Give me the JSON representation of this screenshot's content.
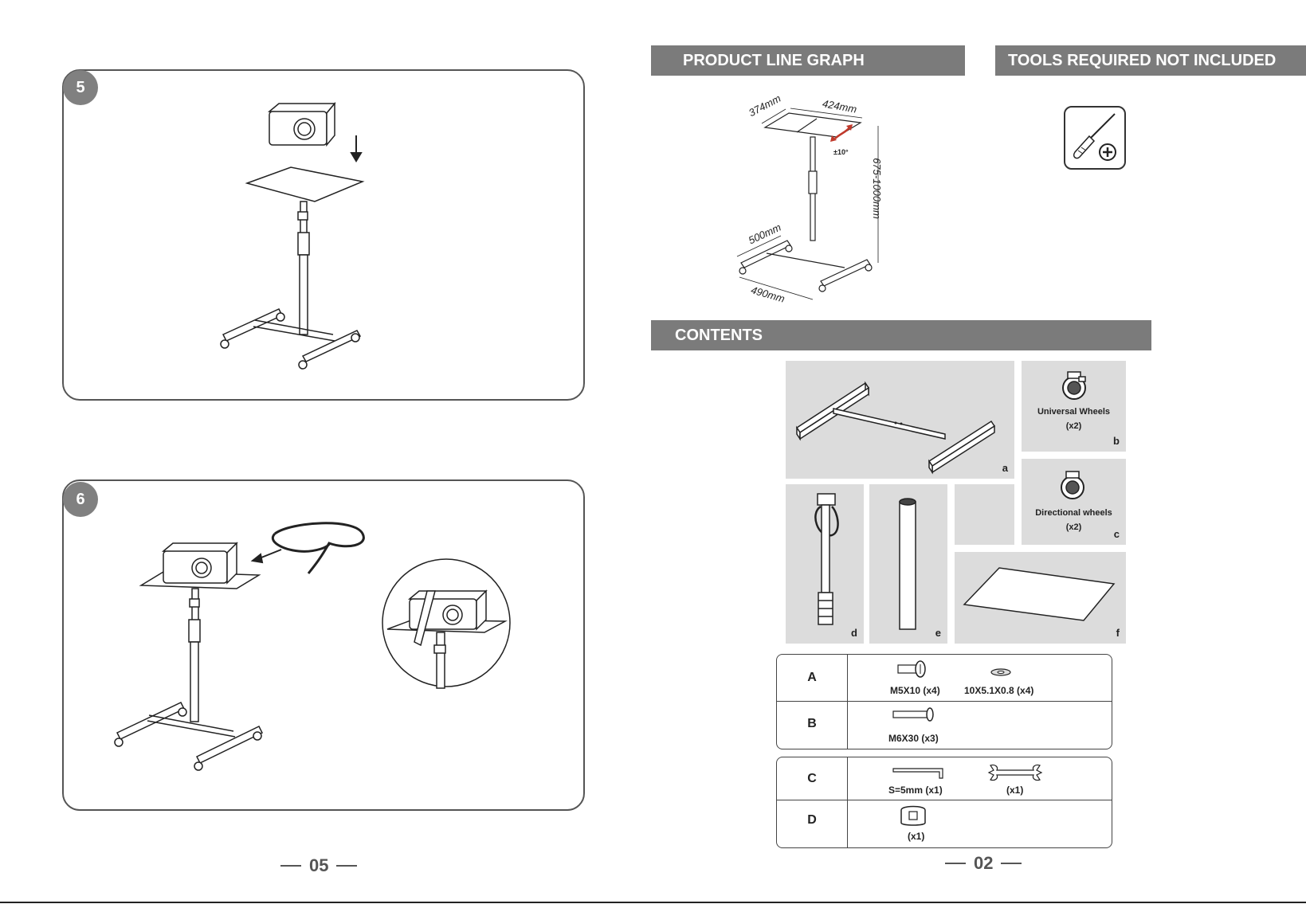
{
  "left_page": {
    "steps": [
      {
        "number": "5"
      },
      {
        "number": "6"
      }
    ],
    "page_number": "05"
  },
  "right_page": {
    "product_line_graph": {
      "title": "PRODUCT LINE GRAPH",
      "dimensions": {
        "top_depth": "374mm",
        "top_width": "424mm",
        "tilt": "±10°",
        "height": "675-1000mm",
        "base_depth": "500mm",
        "base_width": "490mm"
      }
    },
    "tools": {
      "title": "TOOLS REQUIRED NOT INCLUDED",
      "icon": "phillips-screwdriver-icon"
    },
    "contents": {
      "title": "CONTENTS",
      "parts": [
        {
          "letter": "a",
          "icon": "base-frame"
        },
        {
          "letter": "b",
          "name": "Universal Wheels",
          "qty": "(x2)"
        },
        {
          "letter": "c",
          "name": "Directional wheels",
          "qty": "(x2)"
        },
        {
          "letter": "d",
          "icon": "column-with-clamp"
        },
        {
          "letter": "e",
          "icon": "tube"
        },
        {
          "letter": "f",
          "icon": "tray-plate"
        }
      ],
      "hardware_group_1": [
        {
          "key": "A",
          "items": [
            "M5X10 (x4)",
            "10X5.1X0.8 (x4)"
          ]
        },
        {
          "key": "B",
          "items": [
            "M6X30 (x3)"
          ]
        }
      ],
      "hardware_group_2": [
        {
          "key": "C",
          "items": [
            "S=5mm (x1)",
            "(x1)"
          ]
        },
        {
          "key": "D",
          "items": [
            "(x1)"
          ]
        }
      ]
    },
    "page_number": "02"
  }
}
